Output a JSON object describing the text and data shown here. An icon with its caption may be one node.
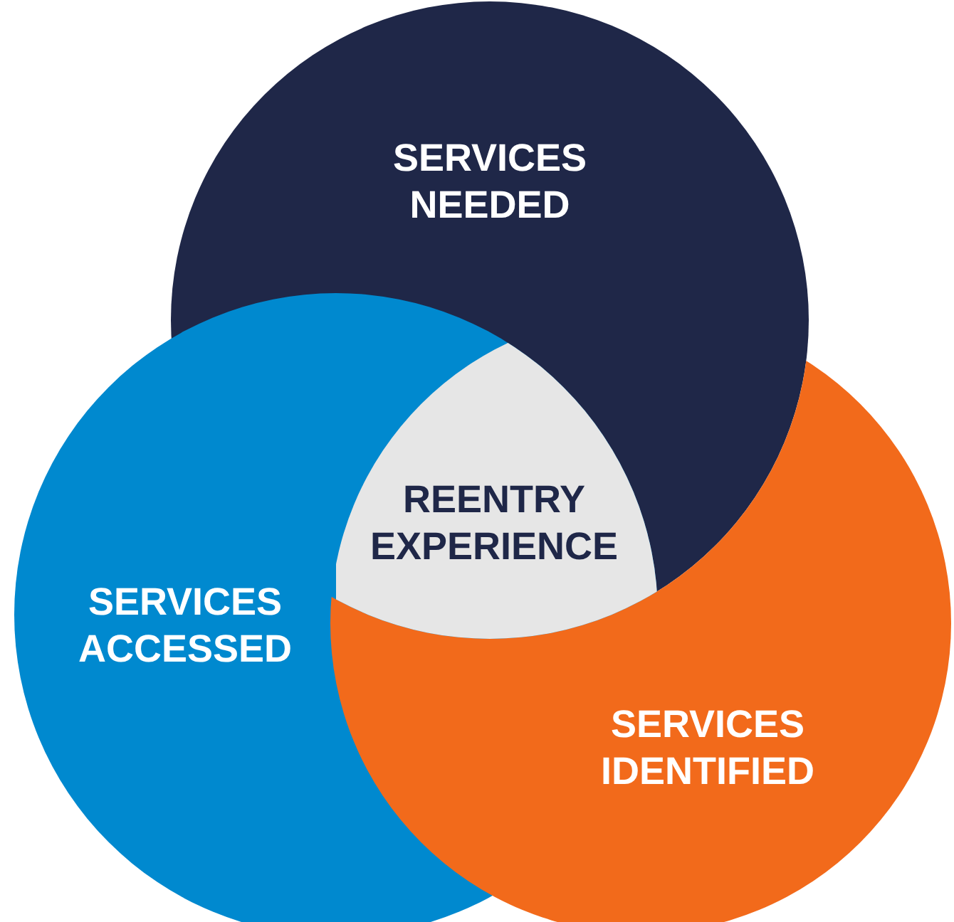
{
  "diagram": {
    "nodes": [
      {
        "text": [
          "SERVICES NEEDED"
        ]
      },
      {
        "text": [
          "REENTRY EXPERIENCE"
        ]
      },
      {
        "text": [
          "SERVICES ACCESSED"
        ]
      },
      {
        "text": [
          "SERVICES IDENTIFIED"
        ]
      }
    ]
  }
}
